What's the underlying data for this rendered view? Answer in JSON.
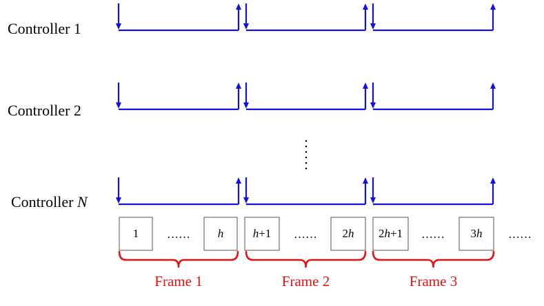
{
  "controllers": [
    {
      "name": "Controller 1",
      "italic_suffix": ""
    },
    {
      "name": "Controller 2",
      "italic_suffix": ""
    },
    {
      "name": "Controller ",
      "italic_suffix": "N"
    }
  ],
  "vertical_ellipsis": "⋮",
  "slots": [
    {
      "parts": [
        {
          "text": "1",
          "italic": false
        }
      ]
    },
    {
      "parts": [
        {
          "text": "h",
          "italic": true
        }
      ]
    },
    {
      "parts": [
        {
          "text": "h",
          "italic": true
        },
        {
          "text": "+1",
          "italic": false
        }
      ]
    },
    {
      "parts": [
        {
          "text": "2",
          "italic": false
        },
        {
          "text": "h",
          "italic": true
        }
      ]
    },
    {
      "parts": [
        {
          "text": "2",
          "italic": false
        },
        {
          "text": "h",
          "italic": true
        },
        {
          "text": "+1",
          "italic": false
        }
      ]
    },
    {
      "parts": [
        {
          "text": "3",
          "italic": false
        },
        {
          "text": "h",
          "italic": true
        }
      ]
    }
  ],
  "slot_ellipsis": "……",
  "trailing_ellipsis": "……",
  "frames": [
    "Frame 1",
    "Frame 2",
    "Frame 3"
  ],
  "colors": {
    "signal": "#1010e0",
    "brace": "#e81010",
    "frame_text": "#e81010",
    "text": "#000000",
    "box_border": "#555555"
  }
}
